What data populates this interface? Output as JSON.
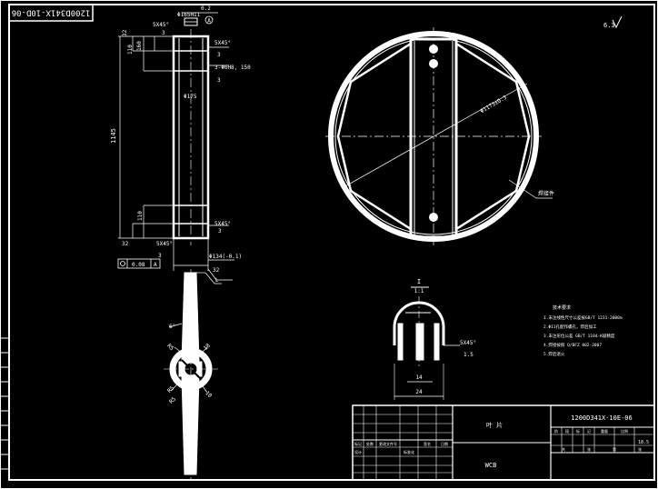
{
  "drawing_no_rotated": "1200D341X-10D-06",
  "drawing_no": "1200D341X-10E-06",
  "roughness_symbol": "6.3",
  "front_view": {
    "top_callout": "Φ165H11",
    "flat_tol": "0.2",
    "ref_mark": "A",
    "chamfer_top": "5X45°",
    "chamfer_top_r": "3",
    "dim_32_top": "32",
    "dim_110_top": "110",
    "dim_160": "160",
    "hole_note": "3-Φ6H8, 150",
    "inner_dia": "Φ175",
    "overall_len": "1145",
    "dim_110_bot": "110",
    "dim_32_bot": "32",
    "chamfer_bot": "5X45°",
    "chamfer_bot_r": "3",
    "chamfer_foot": "5X45°",
    "chamfer_foot_r": "3",
    "foot_dia": "Φ134(-0.1)",
    "foot_r": "32",
    "datum_box_val": "0.08",
    "datum_box_ref": "A"
  },
  "side_view": {
    "section_mark": "L",
    "angle": "6°",
    "tag1": "R5",
    "tag2": "18",
    "tag3": "R5",
    "tag4": "10",
    "tag5": "R5"
  },
  "circle_view": {
    "dia_label": "Φ1173±0.3",
    "leader_label": "焊接件"
  },
  "section_view": {
    "title": "I",
    "scale": "1:1",
    "chamfer": "5X45°",
    "chamfer_r": "1.5",
    "dim_inner": "14",
    "dim_outer": "24"
  },
  "notes": {
    "title": "技术要求",
    "lines": [
      "1.未注线性尺寸公差按GB/T 1231-2000m",
      "2.Φ11孔配作螺孔，焊后加工",
      "3.未注形位公差 GB/T 1184-K级精度",
      "4.焊接按照 Q/BFZ 002-2007",
      "5.焊后退火"
    ]
  },
  "title_block": {
    "part_name": "叶 片",
    "material": "WCB",
    "weight": "18.5",
    "mark_row": [
      "标记",
      "处数",
      "更改文件号",
      "签名",
      "日期"
    ],
    "role_row": [
      "设计",
      "标准化"
    ],
    "stage_cells": [
      "阶",
      "段",
      "标",
      "记",
      "重量",
      "比例"
    ],
    "sheet_row": [
      "共",
      "张",
      "第",
      "张"
    ]
  }
}
